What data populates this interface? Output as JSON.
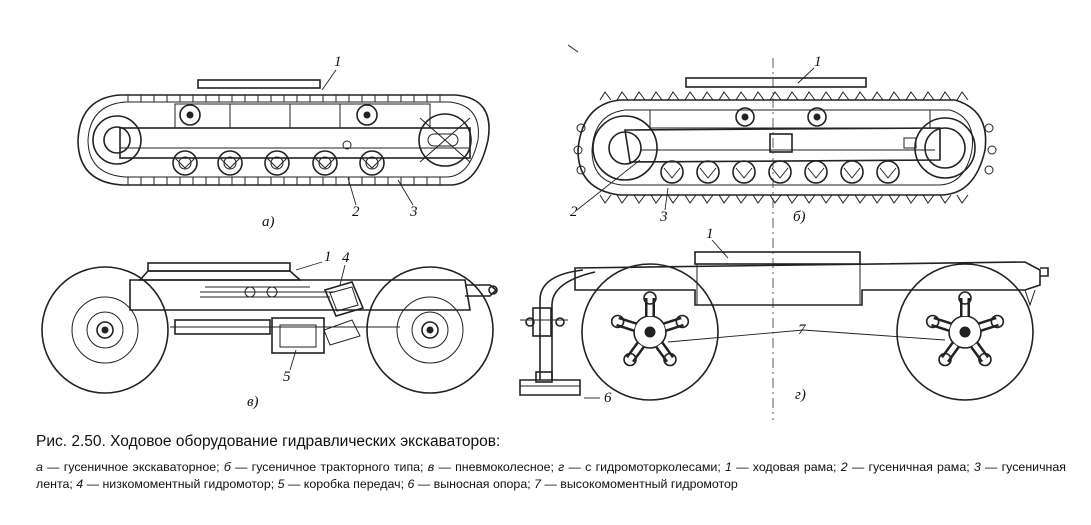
{
  "figure": {
    "panel_labels": {
      "a": "а)",
      "b": "б)",
      "v": "в)",
      "g": "г)"
    },
    "callouts": {
      "a1": "1",
      "a2": "2",
      "a3": "3",
      "b1": "1",
      "b2": "2",
      "b3": "3",
      "v1": "1",
      "v4": "4",
      "v5": "5",
      "g1": "1",
      "g6": "6",
      "g7": "7"
    }
  },
  "caption": {
    "title": "Рис. 2.50. Ходовое оборудование гидравлических экскаваторов:",
    "legend": [
      {
        "key": "а",
        "text": " — гусеничное экскаваторное; "
      },
      {
        "key": "б",
        "text": " — гусеничное тракторного типа; "
      },
      {
        "key": "в",
        "text": " — пневмоколесное; "
      },
      {
        "key": "г",
        "text": " — с гидромоторколесами; "
      },
      {
        "key": "1",
        "text": " — ходовая рама; "
      },
      {
        "key": "2",
        "text": " — гусеничная рама; "
      },
      {
        "key": "3",
        "text": " — гусеничная лента; "
      },
      {
        "key": "4",
        "text": " — низкомоментный гидромотор; "
      },
      {
        "key": "5",
        "text": " — коробка передач; "
      },
      {
        "key": "6",
        "text": " — выносная опора; "
      },
      {
        "key": "7",
        "text": " — высокомоментный гидромотор"
      }
    ]
  }
}
